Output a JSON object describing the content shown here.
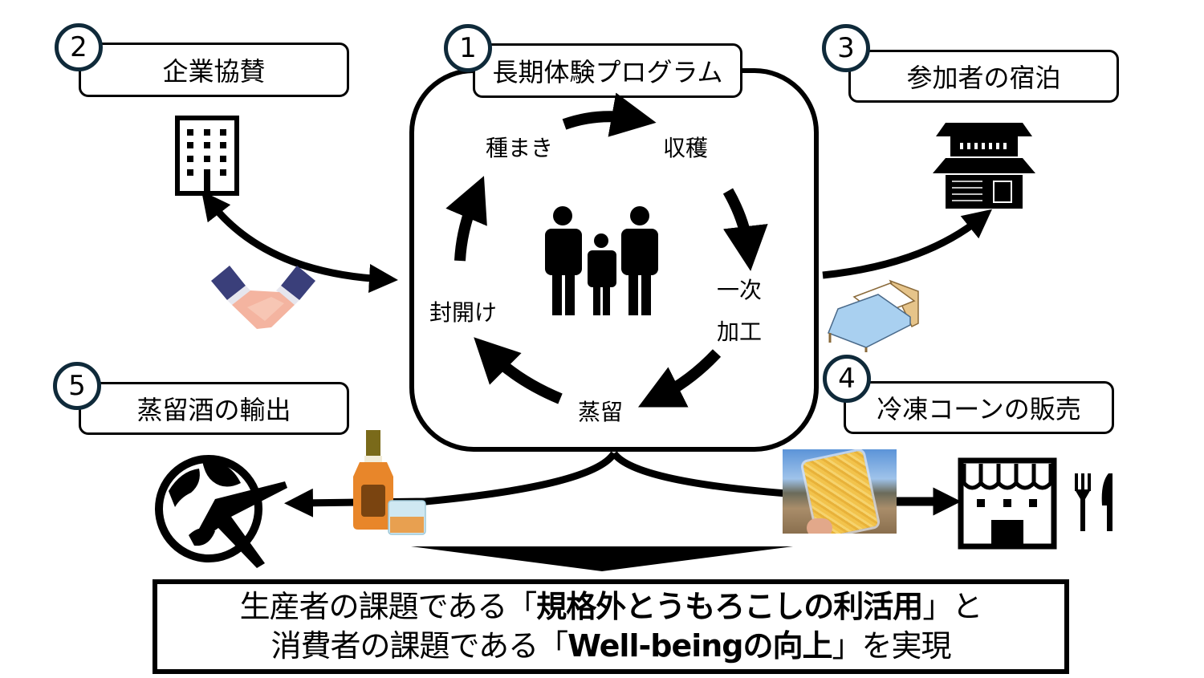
{
  "main": {
    "badge": "1",
    "title": "長期体験プログラム",
    "cycle": {
      "step1": "種まき",
      "step2": "収穫",
      "step3_line1": "一次",
      "step3_line2": "加工",
      "step4": "蒸留",
      "step5": "封開け"
    },
    "center_icon": "family-icon"
  },
  "nodes": [
    {
      "badge": "2",
      "label": "企業協賛",
      "icons": [
        "office-building-icon",
        "handshake-icon"
      ]
    },
    {
      "badge": "3",
      "label": "参加者の宿泊",
      "icons": [
        "japanese-inn-icon",
        "bed-icon"
      ]
    },
    {
      "badge": "4",
      "label": "冷凍コーンの販売",
      "icons": [
        "frozen-corn-photo",
        "storefront-icon",
        "fork-knife-icon"
      ]
    },
    {
      "badge": "5",
      "label": "蒸留酒の輸出",
      "icons": [
        "whisky-bottle-icon",
        "globe-airplane-icon"
      ]
    }
  ],
  "result": {
    "line1_prefix": "生産者の課題である「",
    "line1_bold": "規格外とうもろこしの利活用",
    "line1_suffix": "」と",
    "line2_prefix": "消費者の課題である「",
    "line2_bold": "Well-beingの向上",
    "line2_suffix": "」を実現"
  },
  "colors": {
    "badge_ring": "#0f2a3a",
    "bed_blue": "#a9d0f0",
    "suit_navy": "#3a3f7a",
    "skin": "#f4b4a0",
    "whisky_orange": "#e8862a"
  }
}
